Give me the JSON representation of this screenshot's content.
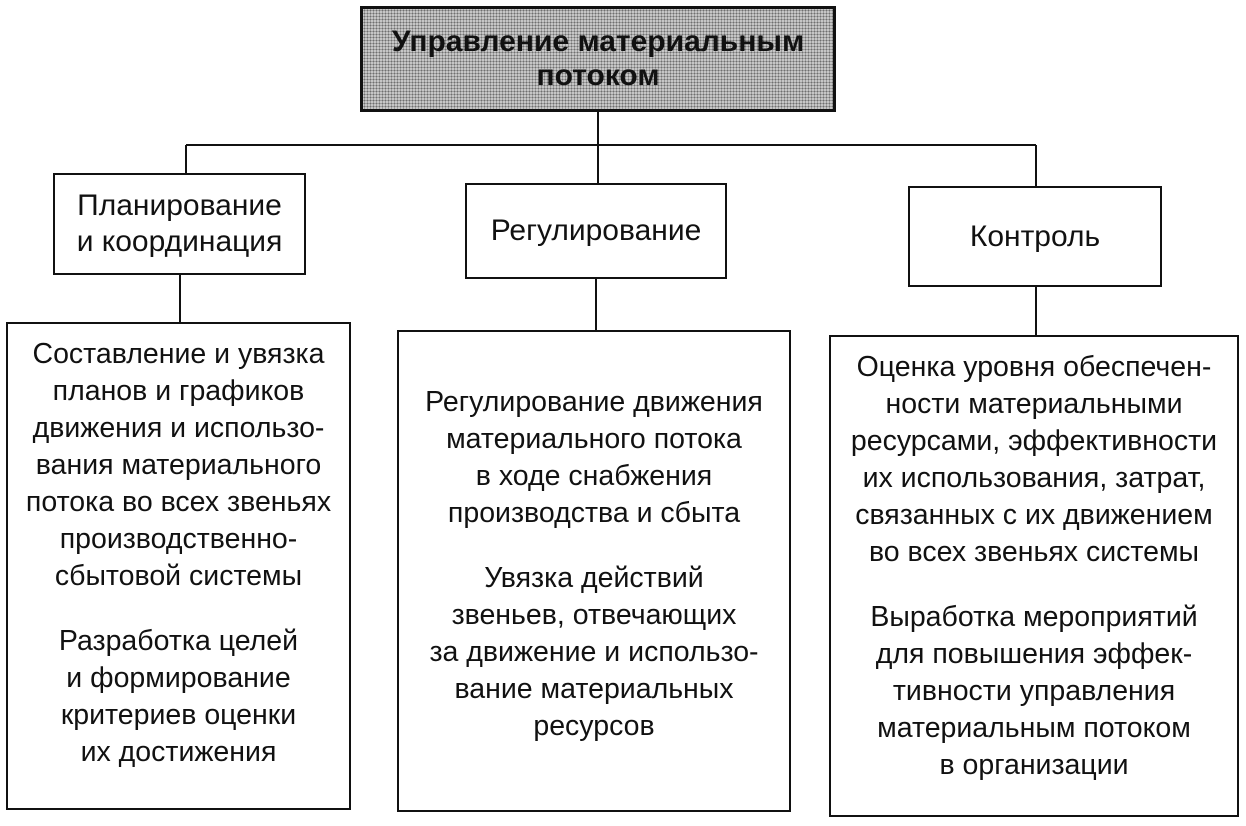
{
  "root": {
    "title": "Управление материальным потоком"
  },
  "branches": [
    {
      "label": "Планирование\nи координация",
      "details": [
        "Составление и увязка\nпланов и графиков\nдвижения и использо-\nвания материального\nпотока во всех звеньях\nпроизводственно-\nсбытовой системы",
        "Разработка целей\nи формирование\nкритериев оценки\nих достижения"
      ]
    },
    {
      "label": "Регулирование",
      "details": [
        "Регулирование движения\nматериального потока\nв ходе снабжения\nпроизводства и сбыта",
        "Увязка действий\nзвеньев, отвечающих\nза движение и использо-\nвание материальных\nресурсов"
      ]
    },
    {
      "label": "Контроль",
      "details": [
        "Оценка уровня обеспечен-\nности материальными\nресурсами, эффективности\nих использования, затрат,\nсвязанных с их движением\nво всех звеньях системы",
        "Выработка мероприятий\nдля повышения эффек-\nтивности управления\nматериальным потоком\nв организации"
      ]
    }
  ]
}
